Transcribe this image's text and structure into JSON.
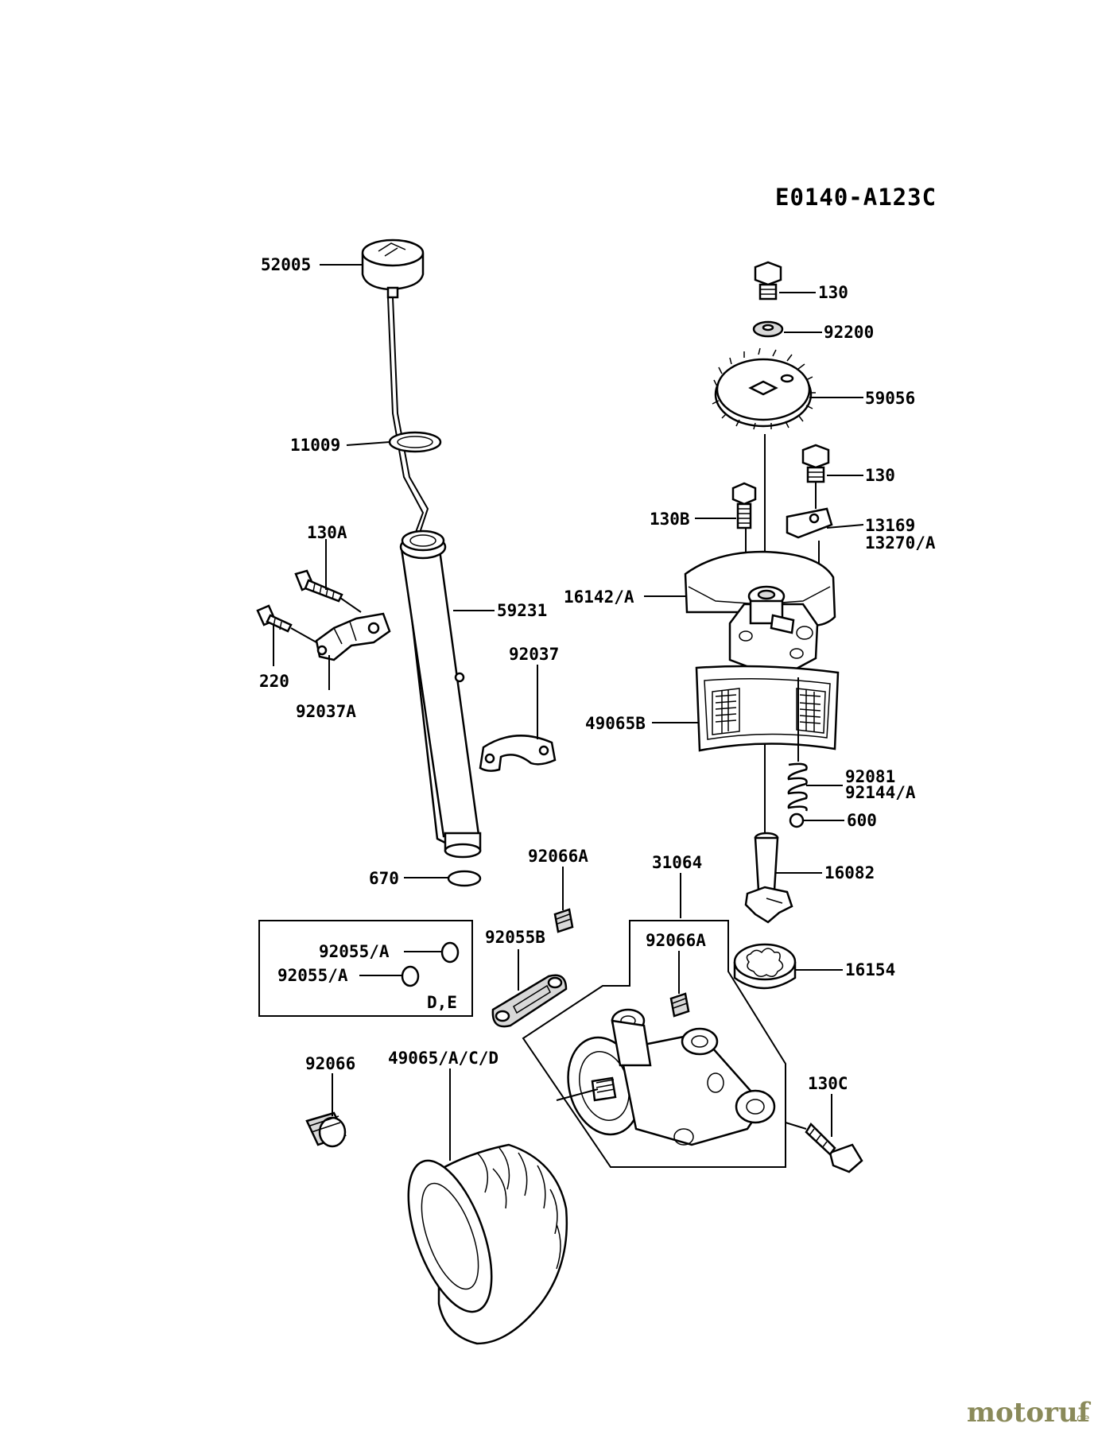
{
  "diagram_code": "E0140-A123C",
  "watermark": {
    "brand": "motoruf",
    "suffix": ".de"
  },
  "inset_box": {
    "note": "D,E"
  },
  "parts": {
    "p52005": "52005",
    "p11009": "11009",
    "p130A": "130A",
    "p220": "220",
    "p92037A": "92037A",
    "p59231": "59231",
    "p92037": "92037",
    "p670": "670",
    "p92055A_1": "92055/A",
    "p92055A_2": "92055/A",
    "p92055B": "92055B",
    "p92066A_1": "92066A",
    "p31064": "31064",
    "p92066A_2": "92066A",
    "p92066": "92066",
    "p49065ACD": "49065/A/C/D",
    "p130C": "130C",
    "p130_top": "130",
    "p92200": "92200",
    "p59056": "59056",
    "p130_mid": "130",
    "p130B": "130B",
    "p13169": "13169",
    "p13270A": "13270/A",
    "p16142A": "16142/A",
    "p49065B": "49065B",
    "p92081": "92081",
    "p92144A": "92144/A",
    "p600": "600",
    "p16082": "16082",
    "p16154": "16154"
  }
}
